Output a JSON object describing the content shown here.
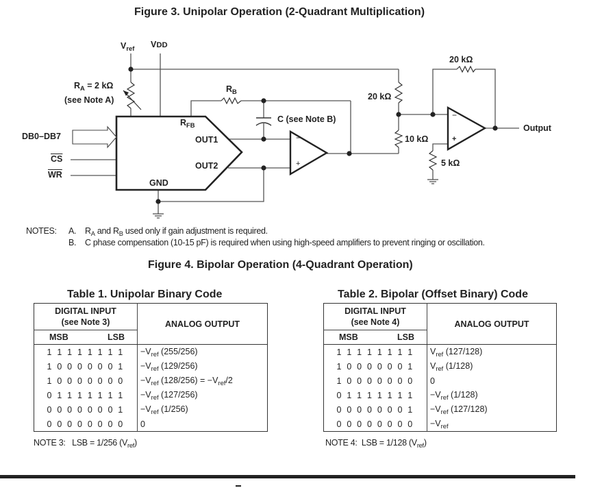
{
  "figure3": {
    "title": "Figure 3. Unipolar Operation (2-Quadrant Multiplication)",
    "labels": {
      "vref": "V",
      "vref_sub": "ref",
      "vdd": "V",
      "vdd_sub": "DD",
      "ra": "R",
      "ra_sub": "A",
      "ra_value": " = 2 kΩ",
      "ra_note": "(see Note A)",
      "rb": "R",
      "rb_sub": "B",
      "rfb": "R",
      "rfb_sub": "FB",
      "out1": "OUT1",
      "out2": "OUT2",
      "gnd": "GND",
      "db": "DB0–DB7",
      "cs": "CS",
      "wr": "WR",
      "cap": "C (see Note B)",
      "r20k_a": "20 kΩ",
      "r20k_b": "20 kΩ",
      "r10k": "10 kΩ",
      "r5k": "5 kΩ",
      "output": "Output",
      "minus": "−",
      "plus": "+"
    }
  },
  "notes": {
    "heading": "NOTES:",
    "a_letter": "A.",
    "a_text_1": "R",
    "a_sub_1": "A",
    "a_text_2": " and R",
    "a_sub_2": "B",
    "a_text_3": " used only if gain adjustment is required.",
    "b_letter": "B.",
    "b_text": "C phase compensation (10-15 pF) is required when using high-speed amplifiers to prevent ringing or oscillation."
  },
  "figure4": {
    "title": "Figure 4. Bipolar Operation (4-Quadrant Operation)"
  },
  "table1": {
    "title": "Table 1.  Unipolar Binary Code",
    "header_digital": "DIGITAL INPUT",
    "header_note": "(see Note 3)",
    "header_analog": "ANALOG OUTPUT",
    "msb": "MSB",
    "lsb": "LSB",
    "rows": [
      {
        "bits": "11111111",
        "sign": "−V",
        "sub": "ref",
        "rest": " (255/256)",
        "sub2": "",
        "tail": ""
      },
      {
        "bits": "10000001",
        "sign": "−V",
        "sub": "ref",
        "rest": " (129/256)",
        "sub2": "",
        "tail": ""
      },
      {
        "bits": "10000000",
        "sign": "−V",
        "sub": "ref",
        "rest": " (128/256) = −V",
        "sub2": "ref",
        "tail": "/2"
      },
      {
        "bits": "01111111",
        "sign": "−V",
        "sub": "ref",
        "rest": " (127/256)",
        "sub2": "",
        "tail": ""
      },
      {
        "bits": "00000001",
        "sign": "−V",
        "sub": "ref",
        "rest": " (1/256)",
        "sub2": "",
        "tail": ""
      },
      {
        "bits": "00000000",
        "sign": "0",
        "sub": "",
        "rest": "",
        "sub2": "",
        "tail": ""
      }
    ],
    "note_label": "NOTE 3:",
    "note_text": "LSB = 1/256 (V",
    "note_sub": "ref",
    "note_tail": ")"
  },
  "table2": {
    "title": "Table 2.  Bipolar (Offset Binary) Code",
    "header_digital": "DIGITAL INPUT",
    "header_note": "(see Note 4)",
    "header_analog": "ANALOG OUTPUT",
    "msb": "MSB",
    "lsb": "LSB",
    "rows": [
      {
        "bits": "11111111",
        "sign": "V",
        "sub": "ref",
        "rest": " (127/128)"
      },
      {
        "bits": "10000001",
        "sign": "V",
        "sub": "ref",
        "rest": " (1/128)"
      },
      {
        "bits": "10000000",
        "sign": "0",
        "sub": "",
        "rest": ""
      },
      {
        "bits": "01111111",
        "sign": "−V",
        "sub": "ref",
        "rest": " (1/128)"
      },
      {
        "bits": "00000001",
        "sign": "−V",
        "sub": "ref",
        "rest": " (127/128)"
      },
      {
        "bits": "00000000",
        "sign": "−V",
        "sub": "ref",
        "rest": ""
      }
    ],
    "note_label": "NOTE 4:",
    "note_text": "LSB = 1/128 (V",
    "note_sub": "ref",
    "note_tail": ")"
  }
}
